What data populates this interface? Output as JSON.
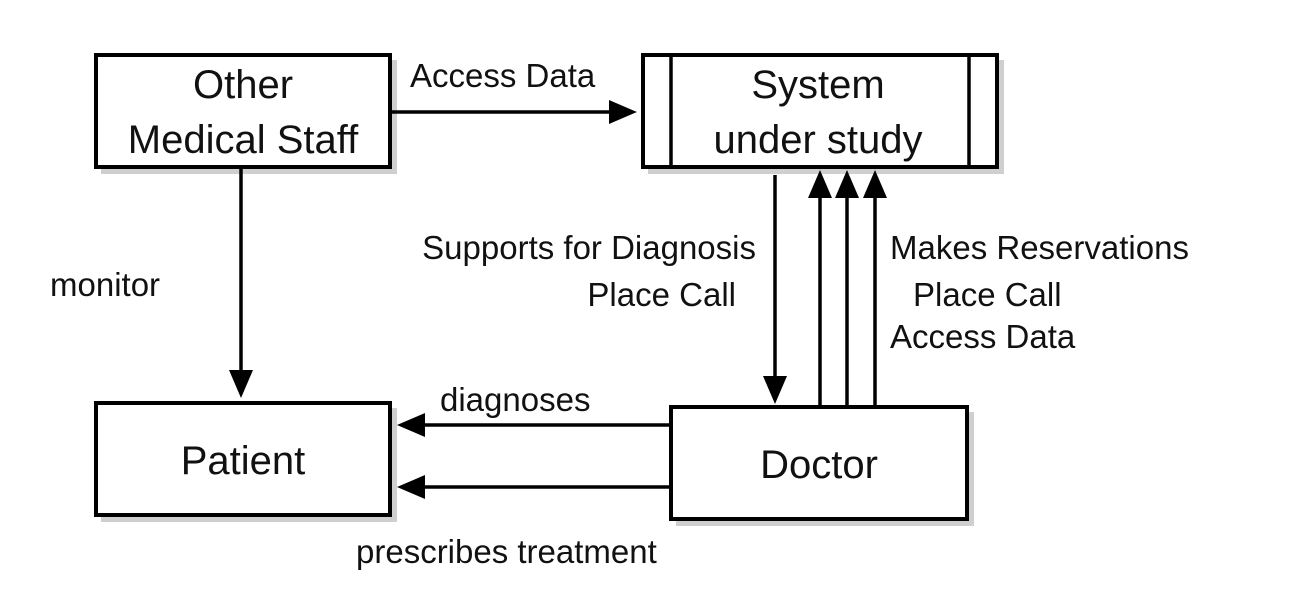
{
  "nodes": {
    "other_staff": {
      "lines": [
        "Other",
        "Medical Staff"
      ]
    },
    "system": {
      "lines": [
        "System",
        "under study"
      ]
    },
    "patient": {
      "lines": [
        "Patient"
      ]
    },
    "doctor": {
      "lines": [
        "Doctor"
      ]
    }
  },
  "edges": {
    "access_data": {
      "label": "Access Data"
    },
    "monitor": {
      "label": "monitor"
    },
    "supports": {
      "lines": [
        "Supports for Diagnosis",
        "Place Call"
      ]
    },
    "makes": {
      "lines": [
        "Makes Reservations",
        "Place Call",
        "Access Data"
      ]
    },
    "diagnoses": {
      "label": "diagnoses"
    },
    "prescribes": {
      "label": "prescribes treatment"
    }
  }
}
